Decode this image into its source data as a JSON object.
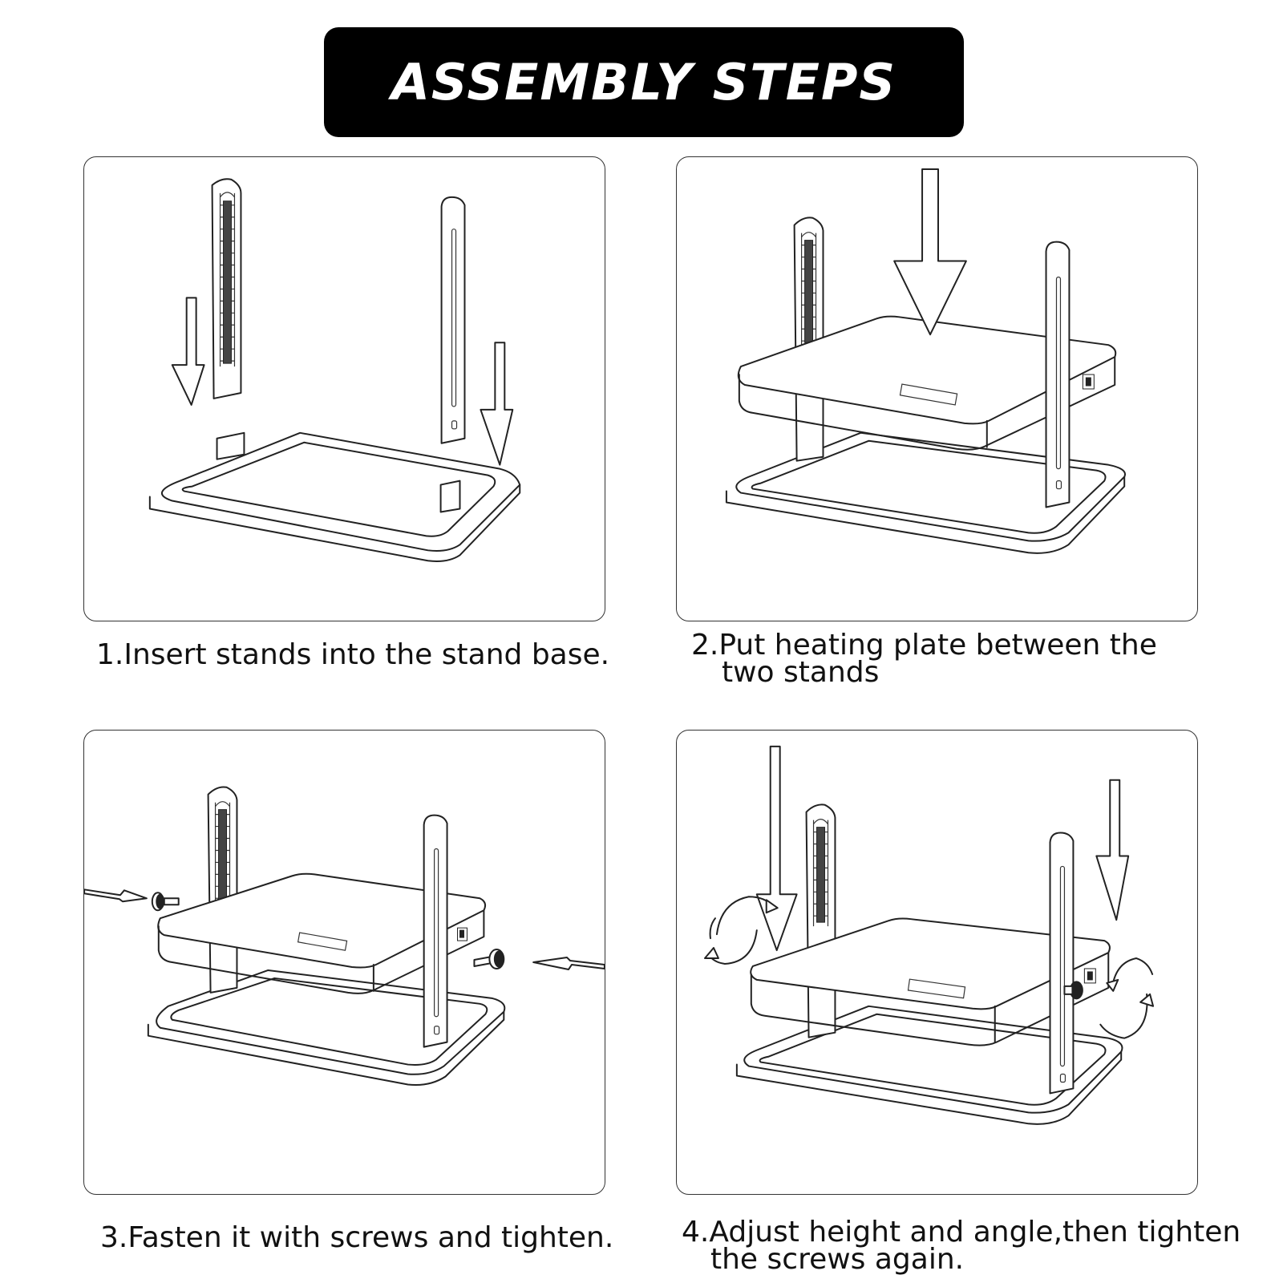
{
  "header": {
    "title": "ASSEMBLY STEPS"
  },
  "steps": [
    {
      "line1": "1.Insert stands into the stand base.",
      "line2": ""
    },
    {
      "line1": "2.Put heating plate between the",
      "line2": "two stands"
    },
    {
      "line1": "3.Fasten it with screws and tighten.",
      "line2": ""
    },
    {
      "line1": "4.Adjust height and angle,then tighten",
      "line2": "the screws again."
    }
  ],
  "colors": {
    "banner_bg": "#000000",
    "banner_text": "#ffffff",
    "line": "#222222"
  },
  "icons": [
    "arrow-down-icon",
    "arrow-right-icon",
    "arrow-left-icon",
    "rotate-icon",
    "screw-icon"
  ]
}
